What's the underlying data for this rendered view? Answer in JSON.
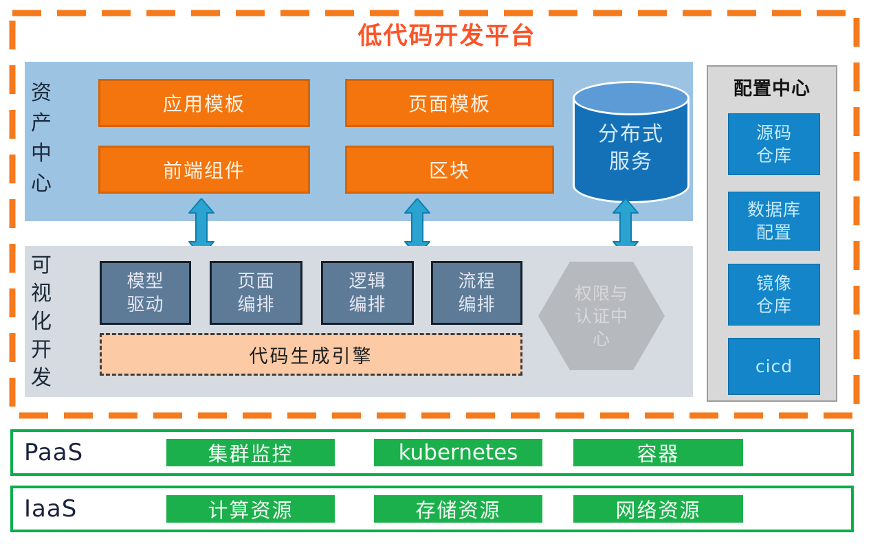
{
  "title": "低代码开发平台",
  "asset_center": {
    "label": "资产中心",
    "boxes": [
      "应用模板",
      "页面模板",
      "前端组件",
      "区块"
    ],
    "cylinder": {
      "lines": [
        "分布式",
        "服务"
      ]
    }
  },
  "visual_dev": {
    "label": "可视化开发",
    "boxes": [
      {
        "lines": [
          "模型",
          "驱动"
        ]
      },
      {
        "lines": [
          "页面",
          "编排"
        ]
      },
      {
        "lines": [
          "逻辑",
          "编排"
        ]
      },
      {
        "lines": [
          "流程",
          "编排"
        ]
      }
    ],
    "engine": "代码生成引擎",
    "hexagon": {
      "lines": [
        "权限与",
        "认证中",
        "心"
      ]
    }
  },
  "config_center": {
    "title": "配置中心",
    "items": [
      {
        "lines": [
          "源码",
          "仓库"
        ]
      },
      {
        "lines": [
          "数据库",
          "配置"
        ]
      },
      {
        "lines": [
          "镜像",
          "仓库"
        ]
      },
      {
        "lines": [
          "cicd",
          ""
        ]
      }
    ]
  },
  "paas": {
    "label": "PaaS",
    "items": [
      "集群监控",
      "kubernetes",
      "容器"
    ]
  },
  "iaas": {
    "label": "IaaS",
    "items": [
      "计算资源",
      "存储资源",
      "网络资源"
    ]
  },
  "colors": {
    "boundary_orange": "#f57a1e",
    "title_orange": "#fa5429",
    "box_orange": "#f4750d",
    "asset_band_blue": "#9dc3e3",
    "visual_band_gray": "#d5dbe1",
    "dark_box_blue": "#5d7b96",
    "engine_peach": "#fccaa5",
    "hexagon_gray": "#b6babe",
    "cylinder_blue": "#1571b7",
    "config_box_blue": "#1385c8",
    "green": "#1cb04c",
    "arrow_blue": "#2ba3d0"
  }
}
